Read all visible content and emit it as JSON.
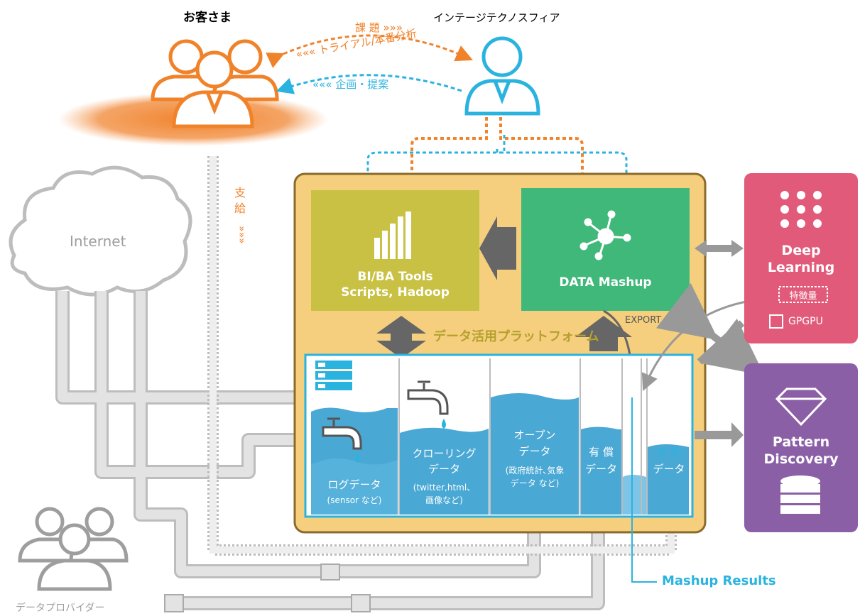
{
  "top": {
    "customer_label": "お客さま",
    "company_label": "インテージテクノスフィア",
    "arrow_issue": "課 題 »»»",
    "arrow_trial": "«««  トライアル/本番分析",
    "arrow_plan": "«««  企画・提案"
  },
  "supply": {
    "char1": "支",
    "char2": "給",
    "chevrons": "»»»"
  },
  "internet_label": "Internet",
  "platform": {
    "label": "データ活用プラットフォーム",
    "bi_line1": "BI/BA Tools",
    "bi_line2": "Scripts, Hadoop",
    "mashup_label": "DATA Mashup",
    "export_label": "EXPORT"
  },
  "data_columns": {
    "log_title": "ログデータ",
    "log_sub": "(sensor など)",
    "crawl_title1": "クローリング",
    "crawl_title2": "データ",
    "crawl_sub1": "(twitter,html、",
    "crawl_sub2": "画像など)",
    "open_title1": "オープン",
    "open_title2": "データ",
    "open_sub1": "(政府統計､気象",
    "open_sub2": "データ など)",
    "paid_title1": "有 償",
    "paid_title2": "データ",
    "supplied_title1": "支 給",
    "supplied_title2": "データ"
  },
  "right_panels": {
    "deep_line1": "Deep",
    "deep_line2": "Learning",
    "feature_label": "特徴量",
    "gpgpu_label": "GPGPU",
    "pattern_line1": "Pattern",
    "pattern_line2": "Discovery"
  },
  "bottom": {
    "provider_label": "データプロバイダー",
    "mashup_results": "Mashup Results"
  },
  "colors": {
    "orange": "#f0822a",
    "blue": "#2bb3e0",
    "platform_bg": "#f5cf7e",
    "olive": "#c8c143",
    "green": "#3fb87a",
    "pink": "#e25a7a",
    "purple": "#8b5fa6",
    "water": "#4aa8d4",
    "pipe": "#d9d9d9"
  }
}
